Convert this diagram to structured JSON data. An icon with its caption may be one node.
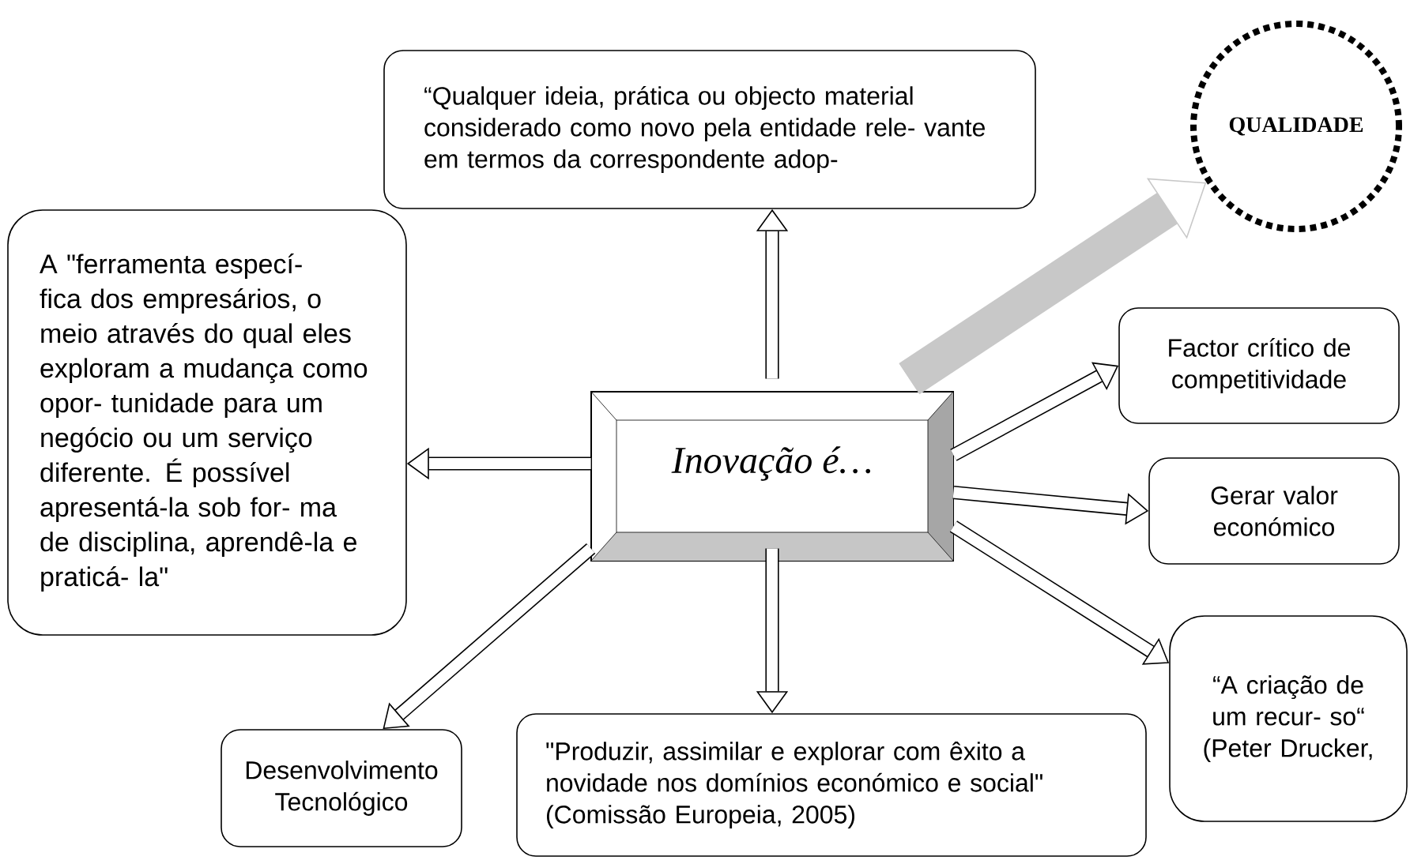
{
  "diagram": {
    "nodes": [
      {
        "text": [
          "Inovação é…"
        ]
      },
      {
        "text": [
          "“Qualquer ideia, prática ou objecto material considerado como novo pela entidade rele- vante em termos da correspondente adop-"
        ]
      },
      {
        "text": [
          "QUALIDADE"
        ]
      },
      {
        "text": [
          "A \"ferramenta especí- fica dos empresários, o meio através do qual eles exploram a mudança como opor- tunidade para um negócio ou um serviço diferente. É possível apresentá-la sob for- ma de disciplina, aprendê-la e praticá- la\""
        ]
      },
      {
        "text": [
          "Factor crítico de competitividade"
        ]
      },
      {
        "text": [
          "Gerar valor económico"
        ]
      },
      {
        "text": [
          "“A criação de um recur- so“ (Peter Drucker,"
        ]
      },
      {
        "text": [
          "Desenvolvimento Tecnológico"
        ]
      },
      {
        "text": [
          "\"Produzir, assimilar e explorar com êxito a novidade nos domínios económico e social\" (Comissão Europeia, 2005)"
        ]
      }
    ],
    "edges": [
      {
        "from": 0,
        "to": 1,
        "arrow": "to"
      },
      {
        "from": 0,
        "to": 2,
        "arrow": "to",
        "style": "thick",
        "color": "#c8c8c8"
      },
      {
        "from": 0,
        "to": 3,
        "arrow": "to"
      },
      {
        "from": 0,
        "to": 4,
        "arrow": "to"
      },
      {
        "from": 0,
        "to": 5,
        "arrow": "to"
      },
      {
        "from": 0,
        "to": 6,
        "arrow": "to"
      },
      {
        "from": 0,
        "to": 7,
        "arrow": "to"
      },
      {
        "from": 0,
        "to": 8,
        "arrow": "to"
      }
    ]
  }
}
